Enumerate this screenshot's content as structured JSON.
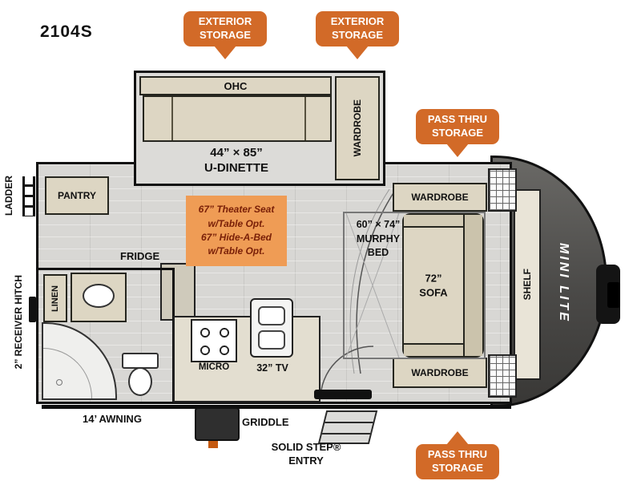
{
  "model": "2104S",
  "badges": {
    "exterior_storage_a": {
      "line1": "EXTERIOR",
      "line2": "STORAGE"
    },
    "exterior_storage_b": {
      "line1": "EXTERIOR",
      "line2": "STORAGE"
    },
    "pass_thru_upper": {
      "line1": "PASS THRU",
      "line2": "STORAGE"
    },
    "pass_thru_lower": {
      "line1": "PASS THRU",
      "line2": "STORAGE"
    }
  },
  "exterior": {
    "ladder": "LADDER",
    "receiver_hitch": "2” RECEIVER HITCH",
    "awning": "14’ AWNING",
    "griddle": "GRIDDLE",
    "entry_line1": "SOLID STEP®",
    "entry_line2": "ENTRY",
    "brand": "MINI LITE"
  },
  "slide": {
    "ohc": "OHC",
    "dinette_size": "44” × 85”",
    "dinette_name": "U-DINETTE",
    "wardrobe": "WARDROBE"
  },
  "interior": {
    "pantry": "PANTRY",
    "fridge": "FRIDGE",
    "linen": "LINEN",
    "micro": "MICRO",
    "tv": "32” TV",
    "shelf": "SHELF",
    "wardrobe_top": "WARDROBE",
    "wardrobe_bottom": "WARDROBE",
    "murphy_size": "60” × 74”",
    "murphy_line2": "MURPHY",
    "murphy_line3": "BED",
    "sofa_size": "72”",
    "sofa_name": "SOFA"
  },
  "option_note": {
    "line1": "67” Theater Seat",
    "line2": "w/Table Opt.",
    "line3": "67” Hide-A-Bed",
    "line4": "w/Table Opt."
  },
  "colors": {
    "badge_orange": "#d26a28",
    "note_bg": "#ef9c55",
    "note_text": "#7a2008",
    "wall": "#111111",
    "furniture": "#ddd6c3"
  }
}
